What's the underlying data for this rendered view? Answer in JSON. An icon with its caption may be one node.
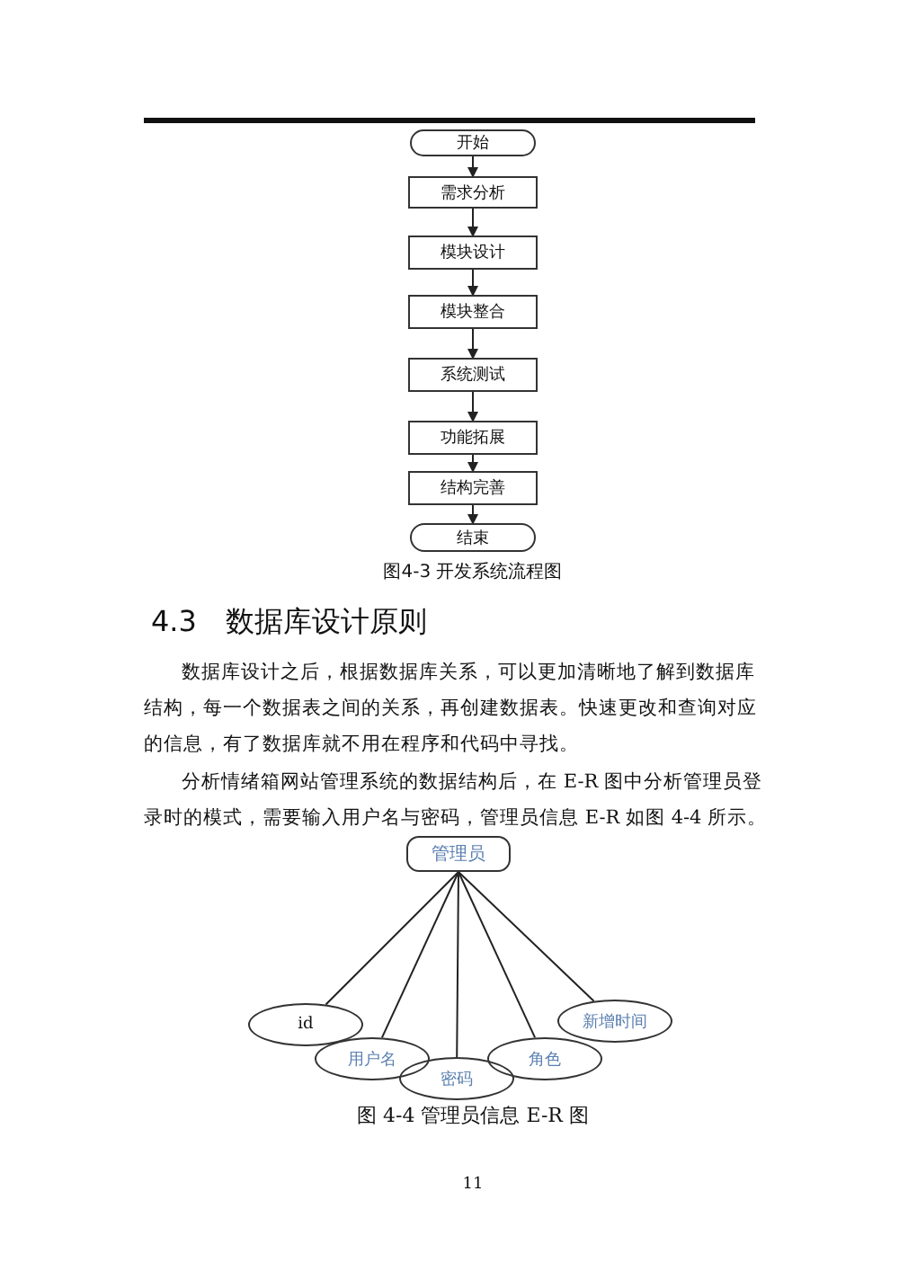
{
  "diagram": {
    "nodes": [
      {
        "text": [
          "开始"
        ]
      },
      {
        "text": [
          "需求分析"
        ]
      },
      {
        "text": [
          "模块设计"
        ]
      },
      {
        "text": [
          "模块整合"
        ]
      },
      {
        "text": [
          "系统测试"
        ]
      },
      {
        "text": [
          "功能拓展"
        ]
      },
      {
        "text": [
          "结构完善"
        ]
      },
      {
        "text": [
          "结束"
        ]
      },
      {
        "text": [
          "管理员"
        ]
      },
      {
        "text": [
          "id"
        ]
      },
      {
        "text": [
          "用户名"
        ]
      },
      {
        "text": [
          "密码"
        ]
      },
      {
        "text": [
          "角色"
        ]
      },
      {
        "text": [
          "新增时间"
        ]
      }
    ],
    "edges": [
      {
        "from": 0,
        "to": 1,
        "arrow": "to"
      },
      {
        "from": 1,
        "to": 2,
        "arrow": "to"
      },
      {
        "from": 2,
        "to": 3,
        "arrow": "to"
      },
      {
        "from": 3,
        "to": 4,
        "arrow": "to"
      },
      {
        "from": 4,
        "to": 5,
        "arrow": "to"
      },
      {
        "from": 5,
        "to": 6,
        "arrow": "to"
      },
      {
        "from": 6,
        "to": 7,
        "arrow": "to"
      },
      {
        "from": 8,
        "to": 9,
        "arrow": "none"
      },
      {
        "from": 8,
        "to": 10,
        "arrow": "none"
      },
      {
        "from": 8,
        "to": 11,
        "arrow": "none"
      },
      {
        "from": 8,
        "to": 12,
        "arrow": "none"
      },
      {
        "from": 8,
        "to": 13,
        "arrow": "none"
      }
    ],
    "labels": [
      "图4-3 开发系统流程图",
      "4.3　数据库设计原则",
      "数据库设计之后，根据数据库关系，可以更加清晰地了解到数据库结构，每一个数据表之间的关系，再创建数据表。快速更改和查询对应的信息，有了数据库就不用在程序和代码中寻找。",
      "分析情绪箱网站管理系统的数据结构后，在 E-R 图中分析管理员登录时的模式，需要输入用户名与密码，管理员信息 E-R 如图 4-4 所示。",
      "图 4-4 管理员信息 E-R 图",
      "11"
    ]
  }
}
